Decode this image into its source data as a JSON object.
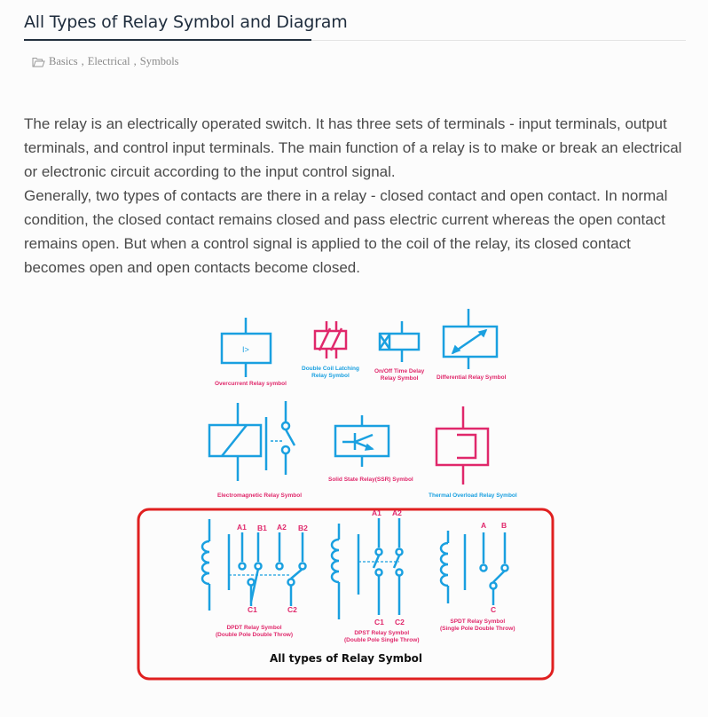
{
  "post": {
    "title": "All Types of Relay Symbol and Diagram",
    "categories": [
      "Basics",
      "Electrical",
      "Symbols"
    ],
    "category_sep": ","
  },
  "intro": {
    "p1": "The relay is an electrically operated switch. It has three sets of terminals - input terminals, output terminals, and control input terminals. The main function of a relay is to make or break an electrical or electronic circuit according to the input control signal.",
    "p2": "Generally, two types of contacts are there in a relay - closed contact and open contact. In normal condition, the closed contact remains closed and pass electric current whereas the open contact remains open. But when a control signal is applied to the coil of the relay, its closed contact becomes open and open contacts become closed."
  },
  "figure": {
    "symbol_text_overcurrent": "I>",
    "captions": {
      "overcurrent": "Overcurrent Relay symbol",
      "double_coil": "Double Coil Latching\nRelay Symbol",
      "on_off_time_delay": "On/Off Time Delay\nRelay Symbol",
      "differential": "Differential Relay Symbol",
      "electromagnetic": "Electromagnetic Relay Symbol",
      "ssr": "Solid State Relay(SSR) Symbol",
      "thermal_overload": "Thermal Overload Relay Symbol",
      "dpdt": "DPDT Relay Symbol\n(Double Pole Double Throw)",
      "dpst": "DPST Relay Symbol\n(Double Pole Single Throw)",
      "spdt": "SPDT Relay Symbol\n(Single Pole Double Throw)"
    },
    "terminal_labels": {
      "dpdt_top": [
        "A1",
        "B1",
        "A2",
        "B2"
      ],
      "dpdt_bottom": [
        "C1",
        "C2"
      ],
      "dpst_top": [
        "A1",
        "A2"
      ],
      "dpst_bottom": [
        "C1",
        "C2"
      ],
      "spdt_top": [
        "A",
        "B"
      ],
      "spdt_bottom": [
        "C"
      ]
    },
    "main_caption": "All types of Relay Symbol",
    "colors": {
      "blue": "#1aa0e0",
      "pink": "#e0286b",
      "highlight": "#e02020"
    }
  }
}
